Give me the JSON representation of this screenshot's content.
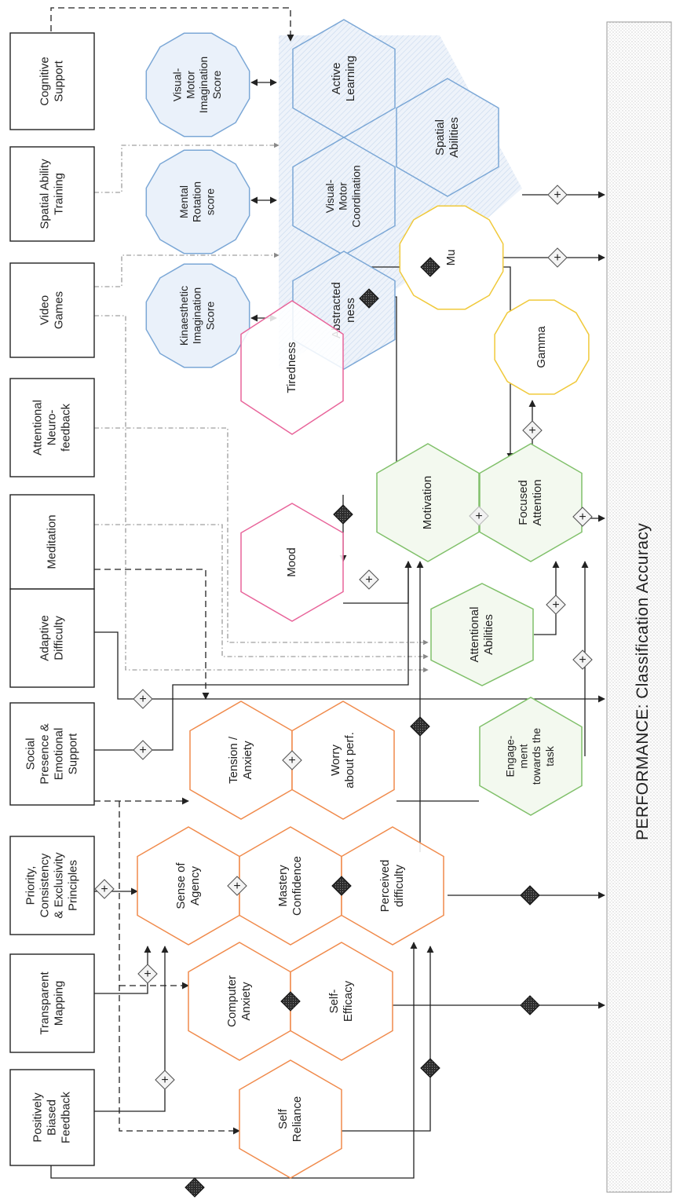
{
  "performance_label": "PERFORMANCE: Classification Accuracy",
  "sources": {
    "cognitive_support": [
      "Cognitive",
      "Support"
    ],
    "spatial_ability_training": [
      "Spatial Ability",
      "Training"
    ],
    "video_games": [
      "Video",
      "Games"
    ],
    "attentional_neurofeedback": [
      "Attentional",
      "Neuro-",
      "feedback"
    ],
    "meditation": [
      "Meditation"
    ],
    "adaptive_difficulty": [
      "Adaptive",
      "Difficulty"
    ],
    "social_presence": [
      "Social",
      "Presence &",
      "Emotional",
      "Support"
    ],
    "priority_principles": [
      "Priority,",
      "Consistency",
      "& Exclusivity",
      "Principles"
    ],
    "transparent_mapping": [
      "Transparent",
      "Mapping"
    ],
    "biased_feedback": [
      "Positively",
      "Biased",
      "Feedback"
    ]
  },
  "scores": {
    "visual_motor_imagination": [
      "Visual-",
      "Motor",
      "Imagination",
      "Score"
    ],
    "mental_rotation": [
      "Mental",
      "Rotation",
      "score"
    ],
    "kinaesthetic_imagination": [
      "Kinaesthetic",
      "Imagination",
      "Score"
    ]
  },
  "factors": {
    "active_learning": [
      "Active",
      "Learning"
    ],
    "spatial_abilities": [
      "Spatial",
      "Abilities"
    ],
    "visual_motor_coordination": [
      "Visual-",
      "Motor",
      "Coordination"
    ],
    "abstractedness": [
      "Abstracted",
      "ness"
    ],
    "mu": [
      "Mu"
    ],
    "gamma": [
      "Gamma"
    ],
    "tiredness": [
      "Tiredness"
    ],
    "mood": [
      "Mood"
    ],
    "motivation": [
      "Motivation"
    ],
    "focused_attention": [
      "Focused",
      "Attention"
    ],
    "attentional_abilities": [
      "Attentional",
      "Abilities"
    ],
    "engagement": [
      "Engage-",
      "ment",
      "towards the",
      "task"
    ],
    "tension_anxiety": [
      "Tension /",
      "Anxiety"
    ],
    "worry": [
      "Worry",
      "about perf."
    ],
    "sense_of_agency": [
      "Sense of",
      "Agency"
    ],
    "mastery_confidence": [
      "Mastery",
      "Confidence"
    ],
    "perceived_difficulty": [
      "Perceived",
      "difficulty"
    ],
    "computer_anxiety": [
      "Computer",
      "Anxiety"
    ],
    "self_efficacy": [
      "Self-",
      "Efficacy"
    ],
    "self_reliance": [
      "Self",
      "Reliance"
    ]
  },
  "colors": {
    "cognitive": "#7ba7d6",
    "cognitive_fill": "#e6eef8",
    "neuro": "#f0c93a",
    "state": "#e8649a",
    "motivational": "#80c06a",
    "psych": "#f08a4b",
    "line": "#222222"
  },
  "positive_sign": "+",
  "negative_sign": "-"
}
